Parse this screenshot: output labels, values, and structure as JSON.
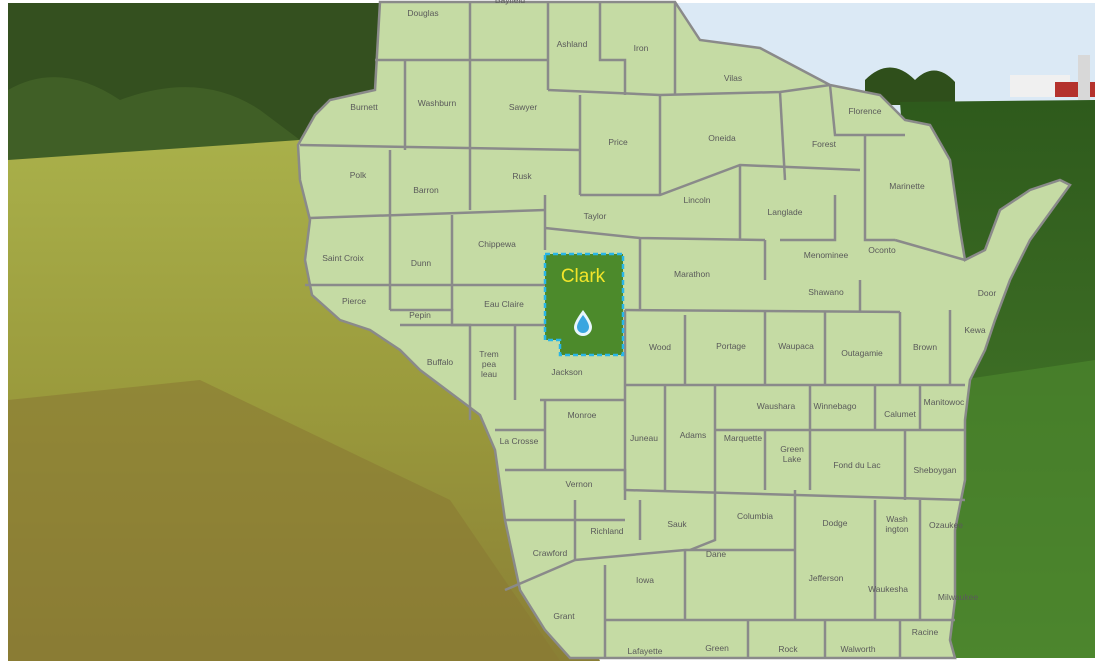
{
  "map": {
    "state": "Wisconsin",
    "selected_county": "Clark",
    "selected_icon": "water-drop-icon",
    "colors": {
      "county_fill": "#c5dba4",
      "county_border": "#8a8a8a",
      "selected_fill": "#4c8a2b",
      "selected_outline": "#29b6e8",
      "selected_title": "#f2e52a",
      "label_text": "#5a5a5a",
      "sky": "#dbe9f5",
      "field_grass": "#a8a43e",
      "crop_field": "#2f5f1f",
      "tree_line": "#34501f"
    },
    "counties": [
      "Douglas",
      "Bayfield",
      "Ashland",
      "Iron",
      "Vilas",
      "Burnett",
      "Washburn",
      "Sawyer",
      "Price",
      "Oneida",
      "Florence",
      "Forest",
      "Polk",
      "Barron",
      "Rusk",
      "Marinette",
      "Lincoln",
      "Langlade",
      "Taylor",
      "Chippewa",
      "Menominee",
      "Oconto",
      "Saint Croix",
      "Dunn",
      "Marathon",
      "Door",
      "Shawano",
      "Pierce",
      "Eau Claire",
      "Pepin",
      "Kewa",
      "Buffalo",
      "Trem pea leau",
      "Jackson",
      "Wood",
      "Portage",
      "Waupaca",
      "Outagamie",
      "Brown",
      "Manitowoc",
      "Waushara",
      "Winnebago",
      "Calumet",
      "Monroe",
      "Juneau",
      "Adams",
      "Marquette",
      "Green Lake",
      "La Crosse",
      "Fond du Lac",
      "Sheboygan",
      "Vernon",
      "Columbia",
      "Dodge",
      "Wash ington",
      "Ozaukee",
      "Richland",
      "Sauk",
      "Crawford",
      "Dane",
      "Iowa",
      "Jefferson",
      "Waukesha",
      "Milwaukee",
      "Grant",
      "Racine",
      "Lafayette",
      "Green",
      "Rock",
      "Walworth"
    ]
  }
}
